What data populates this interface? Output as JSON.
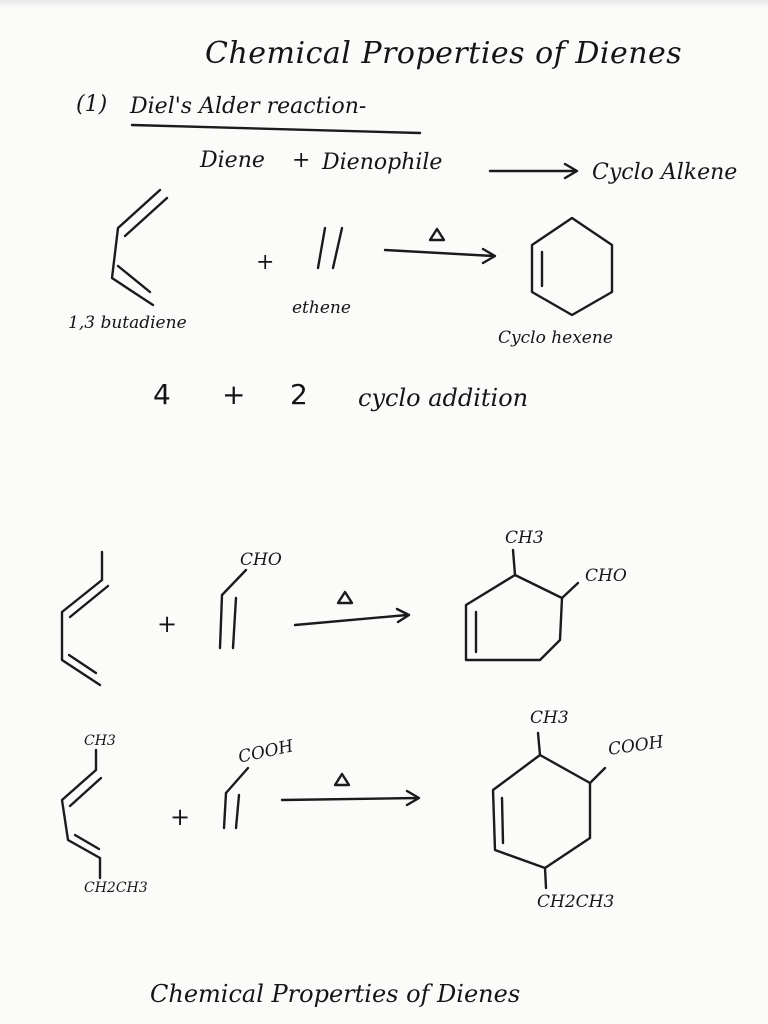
{
  "title": "Chemical Properties of Dienes",
  "section1": {
    "number": "(1)",
    "heading": "Diel's Alder reaction-",
    "general_equation": {
      "reactant1": "Diene",
      "plus": "+",
      "reactant2": "Dienophile",
      "product": "Cyclo Alkene"
    }
  },
  "reaction1": {
    "diene_label": "1,3 butadiene",
    "plus": "+",
    "dienophile_label": "ethene",
    "condition": "Δ",
    "product_label": "Cyclo hexene"
  },
  "cycloaddition_text": {
    "four": "4",
    "plus": "+",
    "two": "2",
    "phrase": "cyclo addition"
  },
  "reaction2": {
    "plus": "+",
    "dienophile_group": "CHO",
    "condition": "Δ",
    "product_sub1": "CH3",
    "product_sub2": "CHO"
  },
  "reaction3": {
    "diene_sub_top": "CH3",
    "diene_sub_bottom": "CH2CH3",
    "plus": "+",
    "dienophile_group": "COOH",
    "condition": "Δ",
    "product_sub1": "CH3",
    "product_sub2": "COOH",
    "product_sub3": "CH2CH3"
  },
  "footer": "Chemical Properties of Dienes"
}
